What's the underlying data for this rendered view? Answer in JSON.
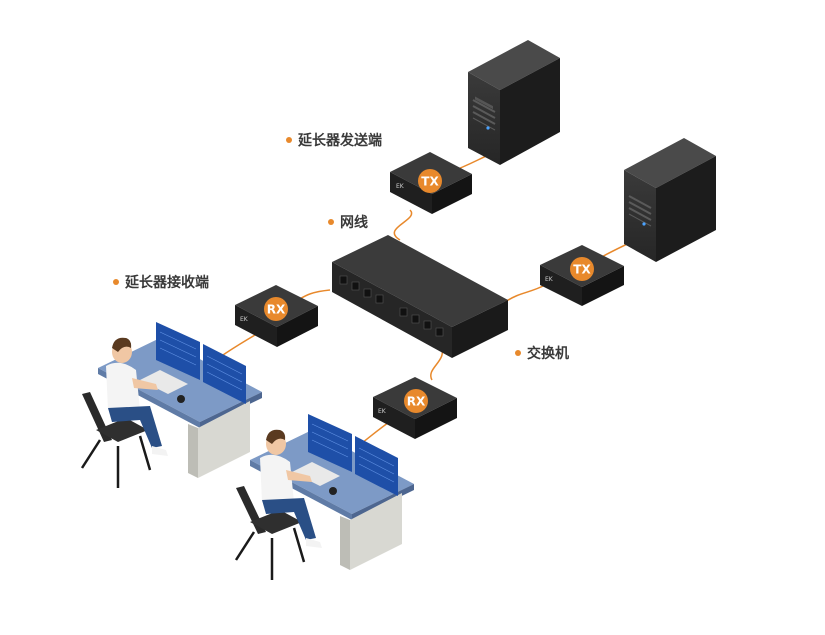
{
  "labels": {
    "sender": "延长器发送端",
    "network_cable": "网线",
    "receiver": "延长器接收端",
    "switch": "交换机"
  },
  "badges": {
    "tx": "TX",
    "rx": "RX"
  },
  "device_brand": "EK",
  "colors": {
    "accent": "#e8892c",
    "cable": "#e8892c",
    "device_dark": "#2b2b2b",
    "desk_top": "#7d9ac6",
    "monitor_screen": "#1e4fa8"
  }
}
